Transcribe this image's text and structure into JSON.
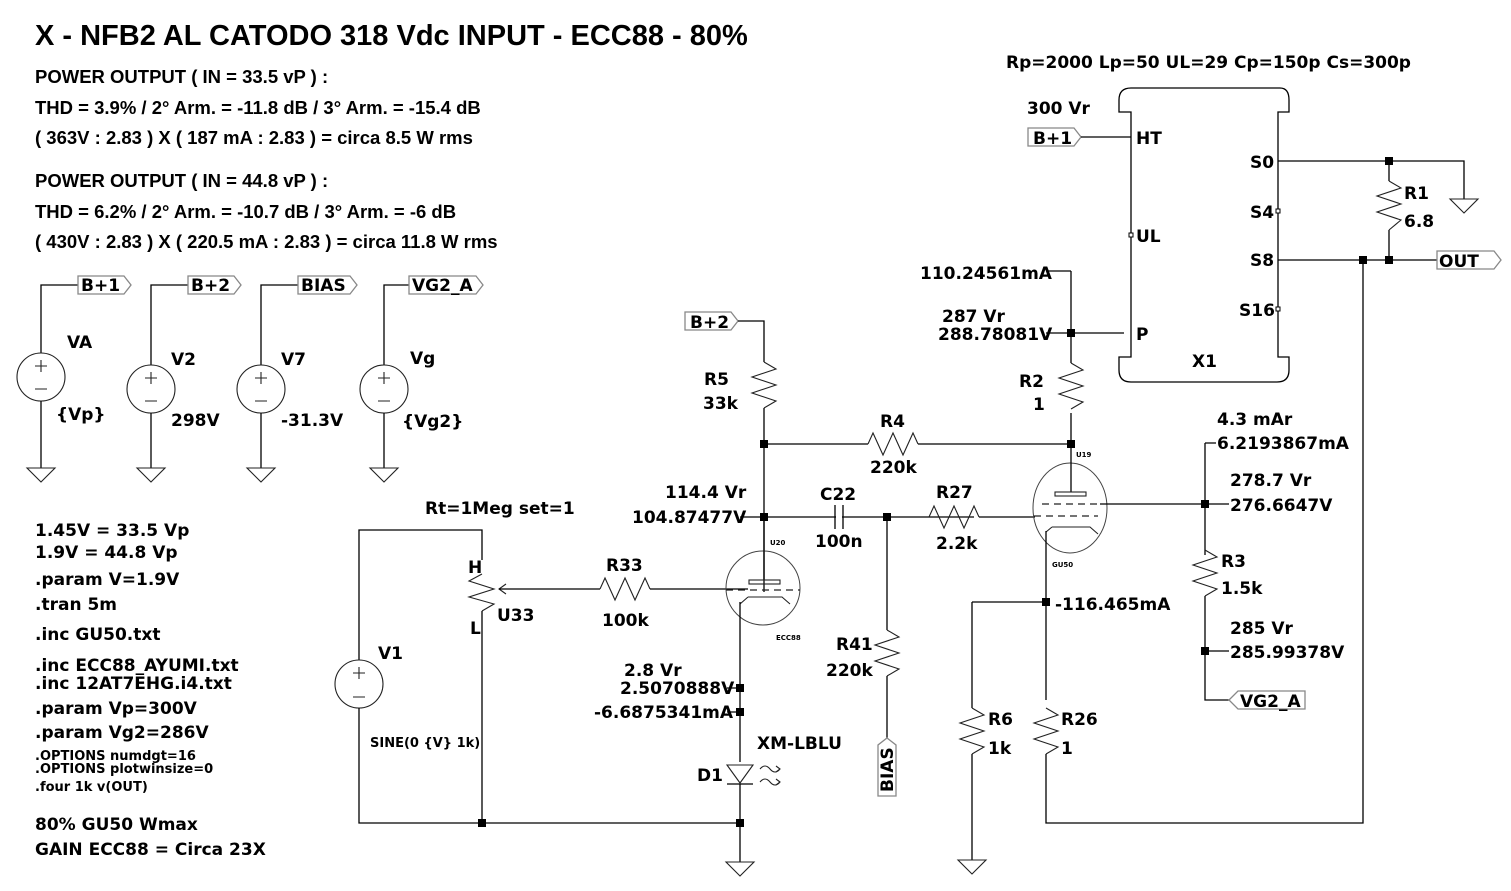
{
  "title": "X - NFB2 AL CATODO 318 Vdc INPUT - ECC88 - 80%",
  "notes": {
    "block1": [
      "POWER OUTPUT ( IN = 33.5 vP )  :",
      "THD = 3.9% / 2° Arm. = -11.8 dB / 3° Arm. = -15.4 dB",
      "( 363V : 2.83 ) X ( 187 mA : 2.83 ) = circa 8.5 W rms"
    ],
    "block2": [
      "POWER OUTPUT ( IN = 44.8 vP )  :",
      "THD = 6.2% / 2° Arm. = -10.7 dB / 3° Arm. = -6 dB",
      "( 430V : 2.83 ) X ( 220.5 mA : 2.83 ) = circa 11.8 W rms"
    ]
  },
  "directives": {
    "lines": [
      "1.45V = 33.5 Vp",
      "1.9V   = 44.8 Vp",
      ".param V=1.9V",
      ".tran 5m",
      ".inc GU50.txt",
      ".inc ECC88_AYUMI.txt",
      ".inc 12AT7EHG.i4.txt",
      ".param Vp=300V",
      ".param Vg2=286V"
    ],
    "small": [
      ".OPTIONS numdgt=16",
      ".OPTIONS plotwinsize=0",
      ".four 1k v(OUT)"
    ],
    "footer": [
      "80% GU50 Wmax",
      "GAIN ECC88 = Circa 23X"
    ]
  },
  "supplies": [
    {
      "name": "VA",
      "value": "{Vp}",
      "net": "B+1"
    },
    {
      "name": "V2",
      "value": "298V",
      "net": "B+2"
    },
    {
      "name": "V7",
      "value": "-31.3V",
      "net": "BIAS"
    },
    {
      "name": "Vg",
      "value": "{Vg2}",
      "net": "VG2_A"
    }
  ],
  "source": {
    "name": "V1",
    "value": "SINE(0 {V} 1k)"
  },
  "pot": {
    "name": "U33",
    "params": "Rt=1Meg set=1",
    "pin_high": "H",
    "pin_low": "L"
  },
  "transformer": {
    "name": "X1",
    "params": "Rp=2000 Lp=50 UL=29 Cp=150p Cs=300p",
    "pins": {
      "ht": "HT",
      "ul": "UL",
      "p": "P",
      "s0": "S0",
      "s4": "S4",
      "s8": "S8",
      "s16": "S16"
    }
  },
  "tubes": [
    {
      "ref": "U20",
      "model": "ECC88"
    },
    {
      "ref": "U19",
      "model": "GU50"
    }
  ],
  "components": {
    "R1": {
      "name": "R1",
      "value": "6.8"
    },
    "R2": {
      "name": "R2",
      "value": "1"
    },
    "R3": {
      "name": "R3",
      "value": "1.5k"
    },
    "R4": {
      "name": "R4",
      "value": "220k"
    },
    "R5": {
      "name": "R5",
      "value": "33k"
    },
    "R6": {
      "name": "R6",
      "value": "1k"
    },
    "R26": {
      "name": "R26",
      "value": "1"
    },
    "R27": {
      "name": "R27",
      "value": "2.2k"
    },
    "R33": {
      "name": "R33",
      "value": "100k"
    },
    "R41": {
      "name": "R41",
      "value": "220k"
    },
    "C22": {
      "name": "C22",
      "value": "100n"
    },
    "D1": {
      "name": "D1",
      "value": "XM-LBLU"
    }
  },
  "net_labels": {
    "b1": "B+1",
    "b2": "B+2",
    "bias": "BIAS",
    "vg2a": "VG2_A",
    "out": "OUT"
  },
  "readouts": {
    "ht_ref": "300 Vr",
    "plate_current": "110.24561mA",
    "plate_ref": "287 Vr",
    "plate_voltage": "288.78081V",
    "g2_current_ref": "4.3 mAr",
    "g2_current": "6.2193867mA",
    "g2_ref": "278.7 Vr",
    "g2_voltage": "276.6647V",
    "vg2_ref": "285 Vr",
    "vg2_voltage": "285.99378V",
    "cathode_current": "-116.465mA",
    "ecc_anode_ref": "114.4 Vr",
    "ecc_anode_voltage": "104.87477V",
    "ecc_cathode_ref": "2.8 Vr",
    "ecc_cathode_voltage": "2.5070888V",
    "ecc_cathode_current": "-6.6875341mA"
  }
}
